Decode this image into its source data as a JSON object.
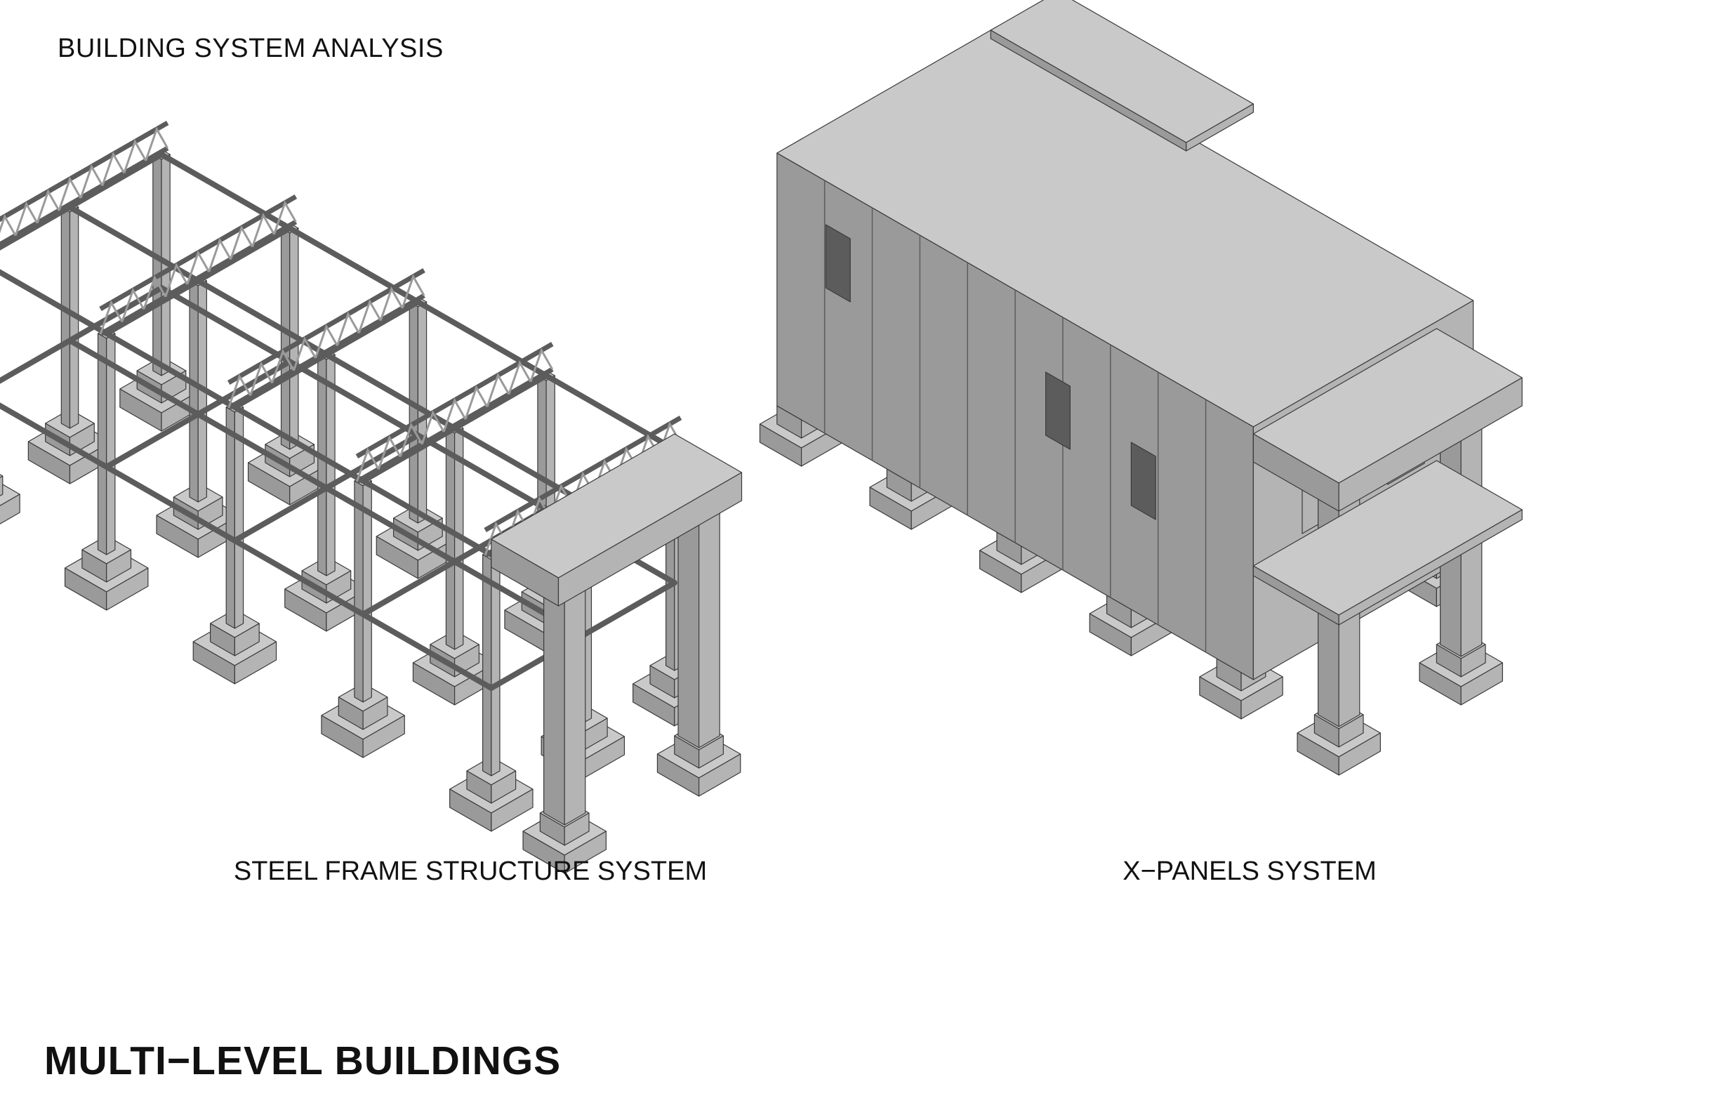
{
  "header": {
    "title": "BUILDING SYSTEM ANALYSIS"
  },
  "figures": [
    {
      "id": "steel-frame",
      "caption": "STEEL FRAME STRUCTURE SYSTEM"
    },
    {
      "id": "x-panels",
      "caption": "X−PANELS SYSTEM"
    }
  ],
  "footer": {
    "title": "MULTI−LEVEL BUILDINGS"
  },
  "colors": {
    "top": "#c9c9c9",
    "light": "#b4b4b4",
    "mid": "#9a9a9a",
    "dark": "#5c5c5c",
    "outline": "#3a3a3a"
  }
}
